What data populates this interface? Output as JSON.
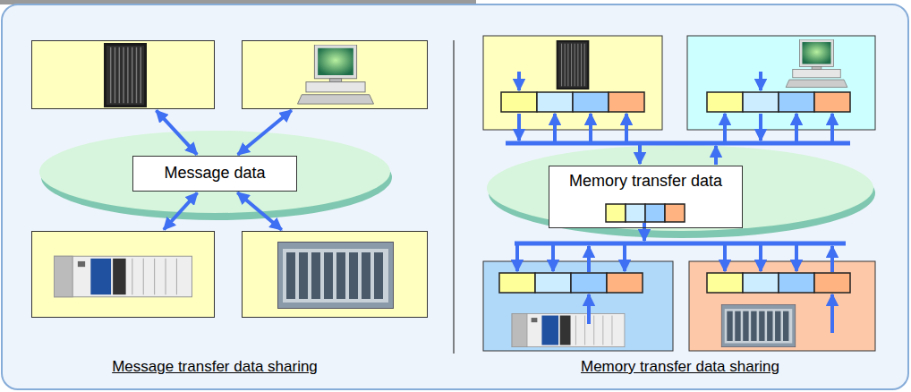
{
  "diagram": {
    "nodes": [
      {
        "text": []
      },
      {
        "text": []
      },
      {
        "text": [
          "Message data"
        ]
      },
      {
        "text": []
      },
      {
        "text": []
      },
      {
        "text": [
          "Memory transfer data"
        ]
      }
    ],
    "edges": [
      {
        "from": 0,
        "to": 2,
        "arrow": "both"
      },
      {
        "from": 1,
        "to": 2,
        "arrow": "both"
      },
      {
        "from": 3,
        "to": 2,
        "arrow": "both"
      },
      {
        "from": 4,
        "to": 2,
        "arrow": "both"
      }
    ],
    "labels": [
      "Message transfer data sharing",
      "Memory transfer data sharing"
    ]
  }
}
